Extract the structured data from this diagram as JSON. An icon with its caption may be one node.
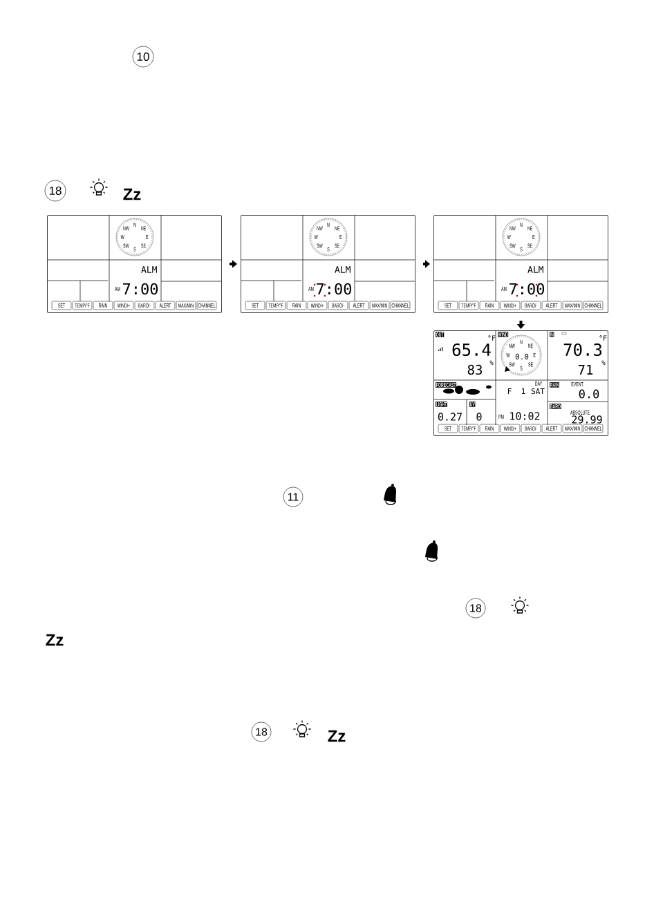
{
  "diagram": {
    "nodes": [
      {
        "text": [
          "N",
          "NE",
          "E",
          "SE",
          "S",
          "SW",
          "W",
          "NW",
          "ALM",
          "AM",
          "7:00",
          "SET",
          "TEMP/°F",
          "RAIN",
          "WIND/+",
          "BARO/-",
          "ALERT",
          "MAX/MIN",
          "CHANNEL"
        ]
      },
      {
        "text": [
          "N",
          "NE",
          "E",
          "SE",
          "S",
          "SW",
          "W",
          "NW",
          "ALM",
          "AM",
          "7:00",
          "SET",
          "TEMP/°F",
          "RAIN",
          "WIND/+",
          "BARO/-",
          "ALERT",
          "MAX/MIN",
          "CHANNEL"
        ]
      },
      {
        "text": [
          "N",
          "NE",
          "E",
          "SE",
          "S",
          "SW",
          "W",
          "NW",
          "ALM",
          "AM",
          "7:00",
          "SET",
          "TEMP/°F",
          "RAIN",
          "WIND/+",
          "BARO/-",
          "ALERT",
          "MAX/MIN",
          "CHANNEL"
        ]
      },
      {
        "text": [
          "OUT",
          "°F",
          "65.4",
          "%",
          "83",
          "WIND",
          "N",
          "NE",
          "E",
          "SE",
          "S",
          "SW",
          "W",
          "NW",
          "0.0",
          "IN",
          "°F",
          "70.3",
          "%",
          "71",
          "FORECAST",
          "DAY",
          "F",
          "1",
          "SAT",
          "RAIN",
          "EVENT",
          "0.0",
          "LIGHT",
          "0.27",
          "UV",
          "0",
          "PM",
          "10:02",
          "BARO",
          "ABSOLUTE",
          "29.99",
          "SET",
          "TEMP/°F",
          "RAIN",
          "WIND/+",
          "BARO/-",
          "ALERT",
          "MAX/MIN",
          "CHANNEL"
        ]
      }
    ],
    "edges": [
      {
        "from": 0,
        "to": 1,
        "arrow": "to"
      },
      {
        "from": 1,
        "to": 2,
        "arrow": "to"
      },
      {
        "from": 2,
        "to": 3,
        "arrow": "to"
      }
    ],
    "labels": [
      "10",
      "18",
      "Zz",
      "11",
      "18",
      "Zz",
      "18",
      "Zz"
    ]
  }
}
